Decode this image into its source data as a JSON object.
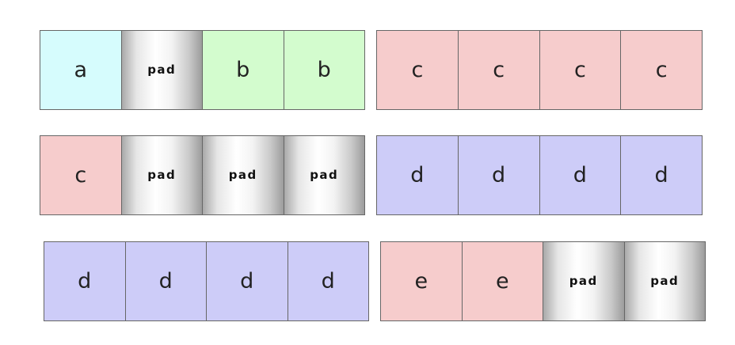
{
  "colors": {
    "a": "#d6fcfd",
    "b": "#d3fcce",
    "c": "#f6cccc",
    "d": "#cdccf8",
    "e": "#f6cccc",
    "pad": "gradient-grey"
  },
  "strips": [
    {
      "cells": [
        {
          "label": "a",
          "kind": "a"
        },
        {
          "label": "pad",
          "kind": "pad"
        },
        {
          "label": "b",
          "kind": "b"
        },
        {
          "label": "b",
          "kind": "b"
        }
      ]
    },
    {
      "cells": [
        {
          "label": "c",
          "kind": "c"
        },
        {
          "label": "c",
          "kind": "c"
        },
        {
          "label": "c",
          "kind": "c"
        },
        {
          "label": "c",
          "kind": "c"
        }
      ]
    },
    {
      "cells": [
        {
          "label": "c",
          "kind": "c"
        },
        {
          "label": "pad",
          "kind": "pad"
        },
        {
          "label": "pad",
          "kind": "pad"
        },
        {
          "label": "pad",
          "kind": "pad"
        }
      ]
    },
    {
      "cells": [
        {
          "label": "d",
          "kind": "d"
        },
        {
          "label": "d",
          "kind": "d"
        },
        {
          "label": "d",
          "kind": "d"
        },
        {
          "label": "d",
          "kind": "d"
        }
      ]
    },
    {
      "cells": [
        {
          "label": "d",
          "kind": "d"
        },
        {
          "label": "d",
          "kind": "d"
        },
        {
          "label": "d",
          "kind": "d"
        },
        {
          "label": "d",
          "kind": "d"
        }
      ]
    },
    {
      "cells": [
        {
          "label": "e",
          "kind": "e"
        },
        {
          "label": "e",
          "kind": "e"
        },
        {
          "label": "pad",
          "kind": "pad"
        },
        {
          "label": "pad",
          "kind": "pad"
        }
      ]
    }
  ]
}
